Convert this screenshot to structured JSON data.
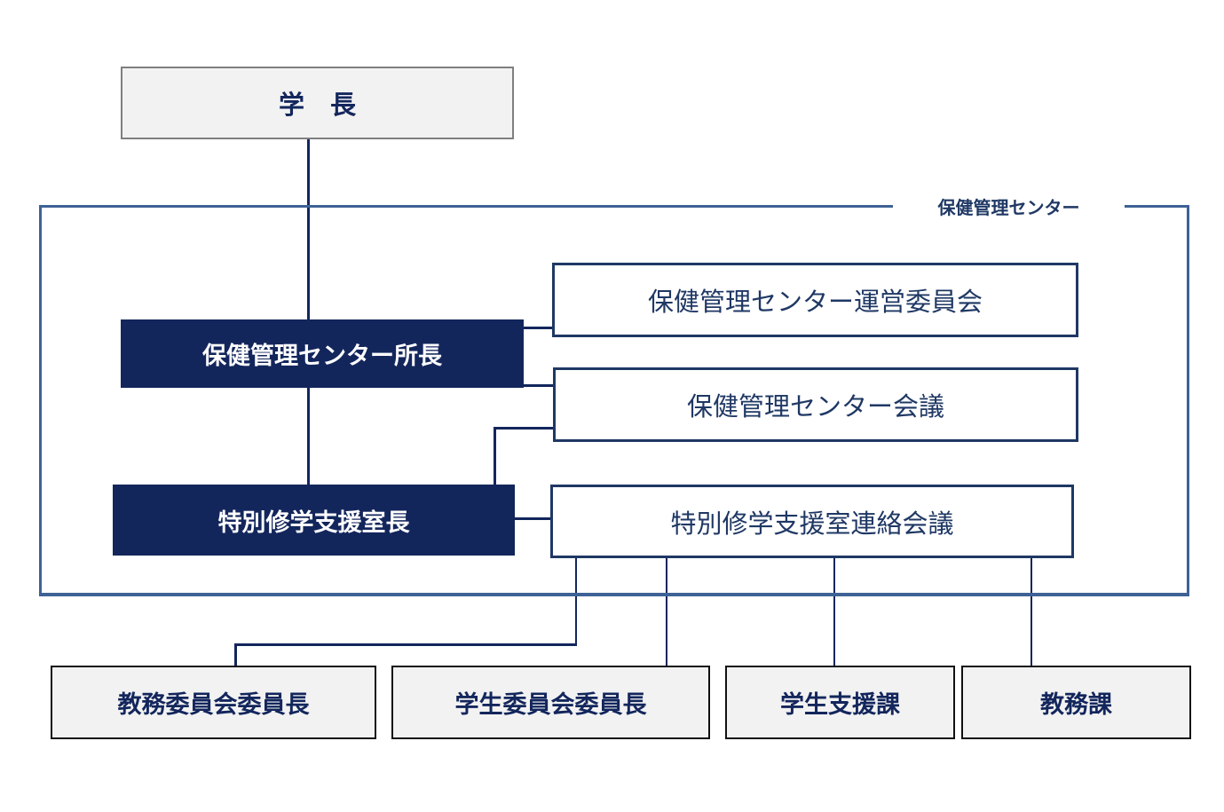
{
  "diagram": {
    "president": "学　長",
    "frame_label": "保健管理センター",
    "director": "保健管理センター所長",
    "steering_committee": "保健管理センター運営委員会",
    "center_meeting": "保健管理センター会議",
    "support_office_head": "特別修学支援室長",
    "liaison_meeting": "特別修学支援室連絡会議",
    "bottom": [
      {
        "label": "教務委員会委員長"
      },
      {
        "label": "学生委員会委員長"
      },
      {
        "label": "学生支援課"
      },
      {
        "label": "教務課"
      }
    ]
  },
  "colors": {
    "navy": "#13265c",
    "box_border_navy": "#1f3864",
    "frame_blue": "#3e6295",
    "gray_fill": "#f2f2f2",
    "gray_border": "#7f7f7f",
    "black_border": "#111111"
  }
}
